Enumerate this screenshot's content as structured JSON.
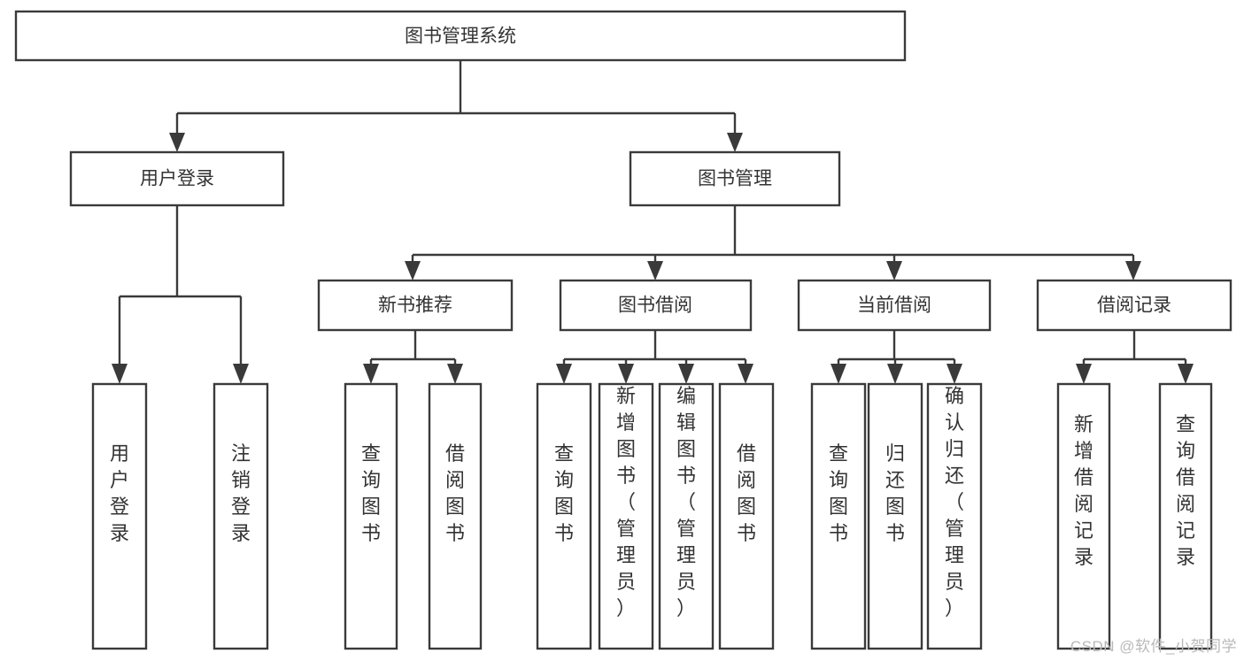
{
  "diagram": {
    "type": "tree-hierarchy",
    "title": "图书管理系统",
    "orientation": "top-down",
    "levels": 4,
    "root": {
      "id": "root",
      "label": "图书管理系统",
      "text_orientation": "horizontal"
    },
    "level2": [
      {
        "id": "user-login",
        "label": "用户登录",
        "text_orientation": "horizontal"
      },
      {
        "id": "book-management",
        "label": "图书管理",
        "text_orientation": "horizontal"
      }
    ],
    "level3": [
      {
        "id": "new-book-recommend",
        "label": "新书推荐",
        "parent": "book-management",
        "text_orientation": "horizontal"
      },
      {
        "id": "book-borrow",
        "label": "图书借阅",
        "parent": "book-management",
        "text_orientation": "horizontal"
      },
      {
        "id": "current-borrow",
        "label": "当前借阅",
        "parent": "book-management",
        "text_orientation": "horizontal"
      },
      {
        "id": "borrow-record",
        "label": "借阅记录",
        "parent": "book-management",
        "text_orientation": "horizontal"
      }
    ],
    "leaves": [
      {
        "id": "leaf-user-login",
        "label": "用户登录",
        "parent": "user-login",
        "text_orientation": "vertical"
      },
      {
        "id": "leaf-logout-login",
        "label": "注销登录",
        "parent": "user-login",
        "text_orientation": "vertical"
      },
      {
        "id": "leaf-query-book-1",
        "label": "查询图书",
        "parent": "new-book-recommend",
        "text_orientation": "vertical"
      },
      {
        "id": "leaf-borrow-book-1",
        "label": "借阅图书",
        "parent": "new-book-recommend",
        "text_orientation": "vertical"
      },
      {
        "id": "leaf-query-book-2",
        "label": "查询图书",
        "parent": "book-borrow",
        "text_orientation": "vertical"
      },
      {
        "id": "leaf-add-book",
        "label": "新增图书（管理员）",
        "parent": "book-borrow",
        "text_orientation": "vertical"
      },
      {
        "id": "leaf-edit-book",
        "label": "编辑图书（管理员）",
        "parent": "book-borrow",
        "text_orientation": "vertical"
      },
      {
        "id": "leaf-borrow-book-2",
        "label": "借阅图书",
        "parent": "book-borrow",
        "text_orientation": "vertical"
      },
      {
        "id": "leaf-query-book-3",
        "label": "查询图书",
        "parent": "current-borrow",
        "text_orientation": "vertical"
      },
      {
        "id": "leaf-return-book",
        "label": "归还图书",
        "parent": "current-borrow",
        "text_orientation": "vertical"
      },
      {
        "id": "leaf-confirm-return",
        "label": "确认归还（管理员）",
        "parent": "current-borrow",
        "text_orientation": "vertical"
      },
      {
        "id": "leaf-add-record",
        "label": "新增借阅记录",
        "parent": "borrow-record",
        "text_orientation": "vertical"
      },
      {
        "id": "leaf-query-record",
        "label": "查询借阅记录",
        "parent": "borrow-record",
        "text_orientation": "vertical"
      }
    ]
  },
  "watermark": {
    "text": "CSDN @软件_小贺同学"
  },
  "colors": {
    "box_stroke": "#3a3a3a",
    "box_fill": "#ffffff",
    "text": "#333333",
    "connector": "#3a3a3a",
    "watermark": "#b9b9b9",
    "background": "#ffffff"
  }
}
